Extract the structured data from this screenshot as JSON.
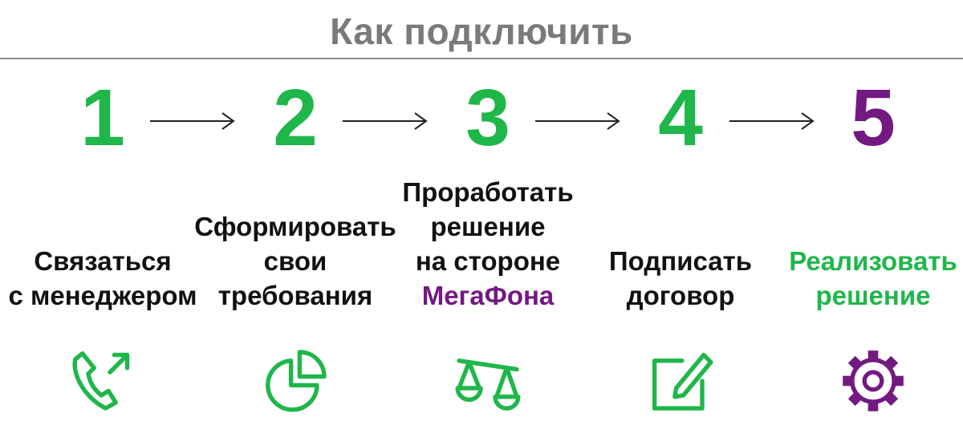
{
  "title": "Как подключить",
  "colors": {
    "green": "#1fb64a",
    "purple": "#731982",
    "gray": "#7a7a7a",
    "text": "#111111"
  },
  "steps": [
    {
      "number": "1",
      "number_color": "green",
      "lines": [
        {
          "text": "Связаться",
          "color": "text"
        },
        {
          "text": "с менеджером",
          "color": "text"
        }
      ],
      "icon": "phone-call-icon",
      "icon_color": "green"
    },
    {
      "number": "2",
      "number_color": "green",
      "lines": [
        {
          "text": "Сформировать",
          "color": "text"
        },
        {
          "text": "свои",
          "color": "text"
        },
        {
          "text": "требования",
          "color": "text"
        }
      ],
      "icon": "pie-chart-icon",
      "icon_color": "green"
    },
    {
      "number": "3",
      "number_color": "green",
      "lines": [
        {
          "text": "Проработать",
          "color": "text"
        },
        {
          "text": "решение",
          "color": "text"
        },
        {
          "text": "на стороне",
          "color": "text"
        },
        {
          "text": "МегаФона",
          "color": "purple"
        }
      ],
      "icon": "scales-icon",
      "icon_color": "green"
    },
    {
      "number": "4",
      "number_color": "green",
      "lines": [
        {
          "text": "Подписать",
          "color": "text"
        },
        {
          "text": "договор",
          "color": "text"
        }
      ],
      "icon": "edit-document-icon",
      "icon_color": "green"
    },
    {
      "number": "5",
      "number_color": "purple",
      "lines": [
        {
          "text": "Реализовать",
          "color": "green"
        },
        {
          "text": "решение",
          "color": "green"
        }
      ],
      "icon": "gear-icon",
      "icon_color": "purple"
    }
  ]
}
